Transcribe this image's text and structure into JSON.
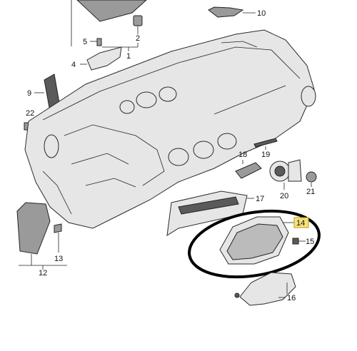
{
  "callouts": {
    "c1": "1",
    "c2": "2",
    "c4": "4",
    "c5": "5",
    "c9": "9",
    "c10": "10",
    "c12": "12",
    "c13": "13",
    "c14": "14",
    "c15": "15",
    "c16": "16",
    "c17": "17",
    "c18": "18",
    "c19": "19",
    "c20": "20",
    "c21": "21",
    "c22": "22"
  },
  "highlight_color": "#f7e27a",
  "circle_color": "#000000"
}
